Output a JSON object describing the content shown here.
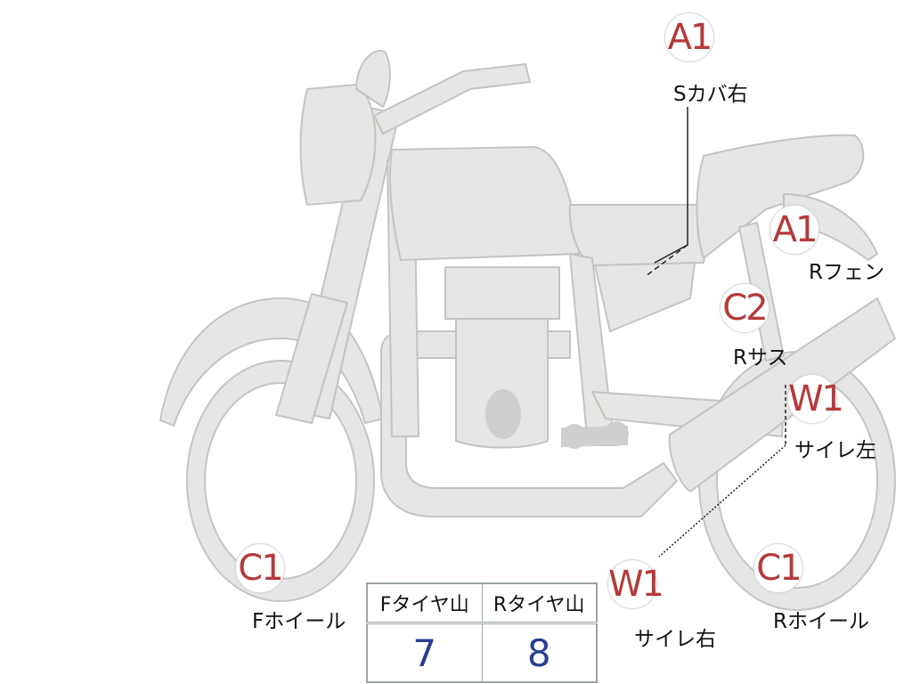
{
  "markers": {
    "a1_top": {
      "code": "A1",
      "label": "Sカバ右"
    },
    "a1_right": {
      "code": "A1",
      "label": "Rフェン"
    },
    "c2": {
      "code": "C2",
      "label": "Rサス"
    },
    "w1_right": {
      "code": "W1",
      "label": "サイレ左"
    },
    "w1_bottom": {
      "code": "W1",
      "label": "サイレ右"
    },
    "c1_front": {
      "code": "C1",
      "label": "Fホイール"
    },
    "c1_rear": {
      "code": "C1",
      "label": "Rホイール"
    }
  },
  "tire_table": {
    "front_header": "Fタイヤ山",
    "rear_header": "Rタイヤ山",
    "front_value": "7",
    "rear_value": "8"
  },
  "colors": {
    "body": "#e6e6e4",
    "outline": "#c4c4c2",
    "code_text": "#b53a3a",
    "value_text": "#2a3f8f"
  }
}
